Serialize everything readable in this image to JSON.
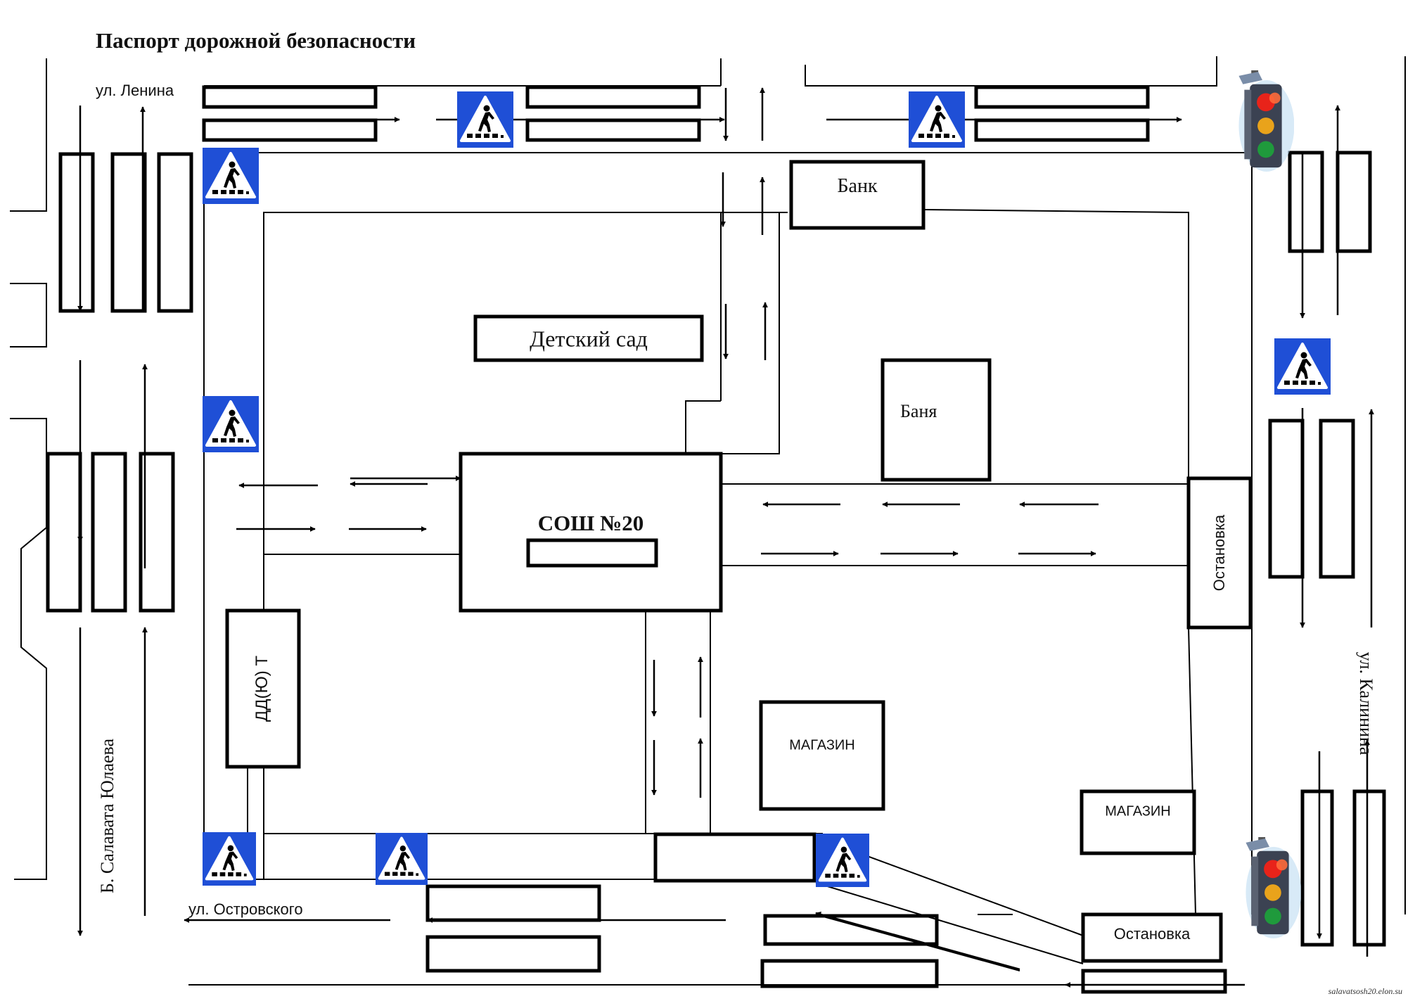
{
  "title": "Паспорт дорожной безопасности",
  "streets": {
    "lenina": "ул. Ленина",
    "salavata": "Б. Салавата Юлаева",
    "ostrovskogo": "ул. Островского",
    "kalinina": "ул. Калинина"
  },
  "buildings": {
    "bank": "Банк",
    "kindergarten": "Детский сад",
    "bathhouse": "Баня",
    "school": "СОШ №20",
    "ddyut": "ДД(Ю) Т",
    "stop_right": "Остановка",
    "shop_center": "МАГАЗИН",
    "shop_right": "МАГАЗИН",
    "stop_bottom": "Остановка"
  },
  "watermark": "salavatsosh20.elon.su",
  "colors": {
    "sign_blue": "#1f4fd6",
    "light_red": "#e8231a",
    "light_yellow": "#e9a31b",
    "light_green": "#1f9a3c",
    "ink": "#000000"
  },
  "icons": [
    "pedestrian-crossing-icon",
    "traffic-light-icon"
  ]
}
